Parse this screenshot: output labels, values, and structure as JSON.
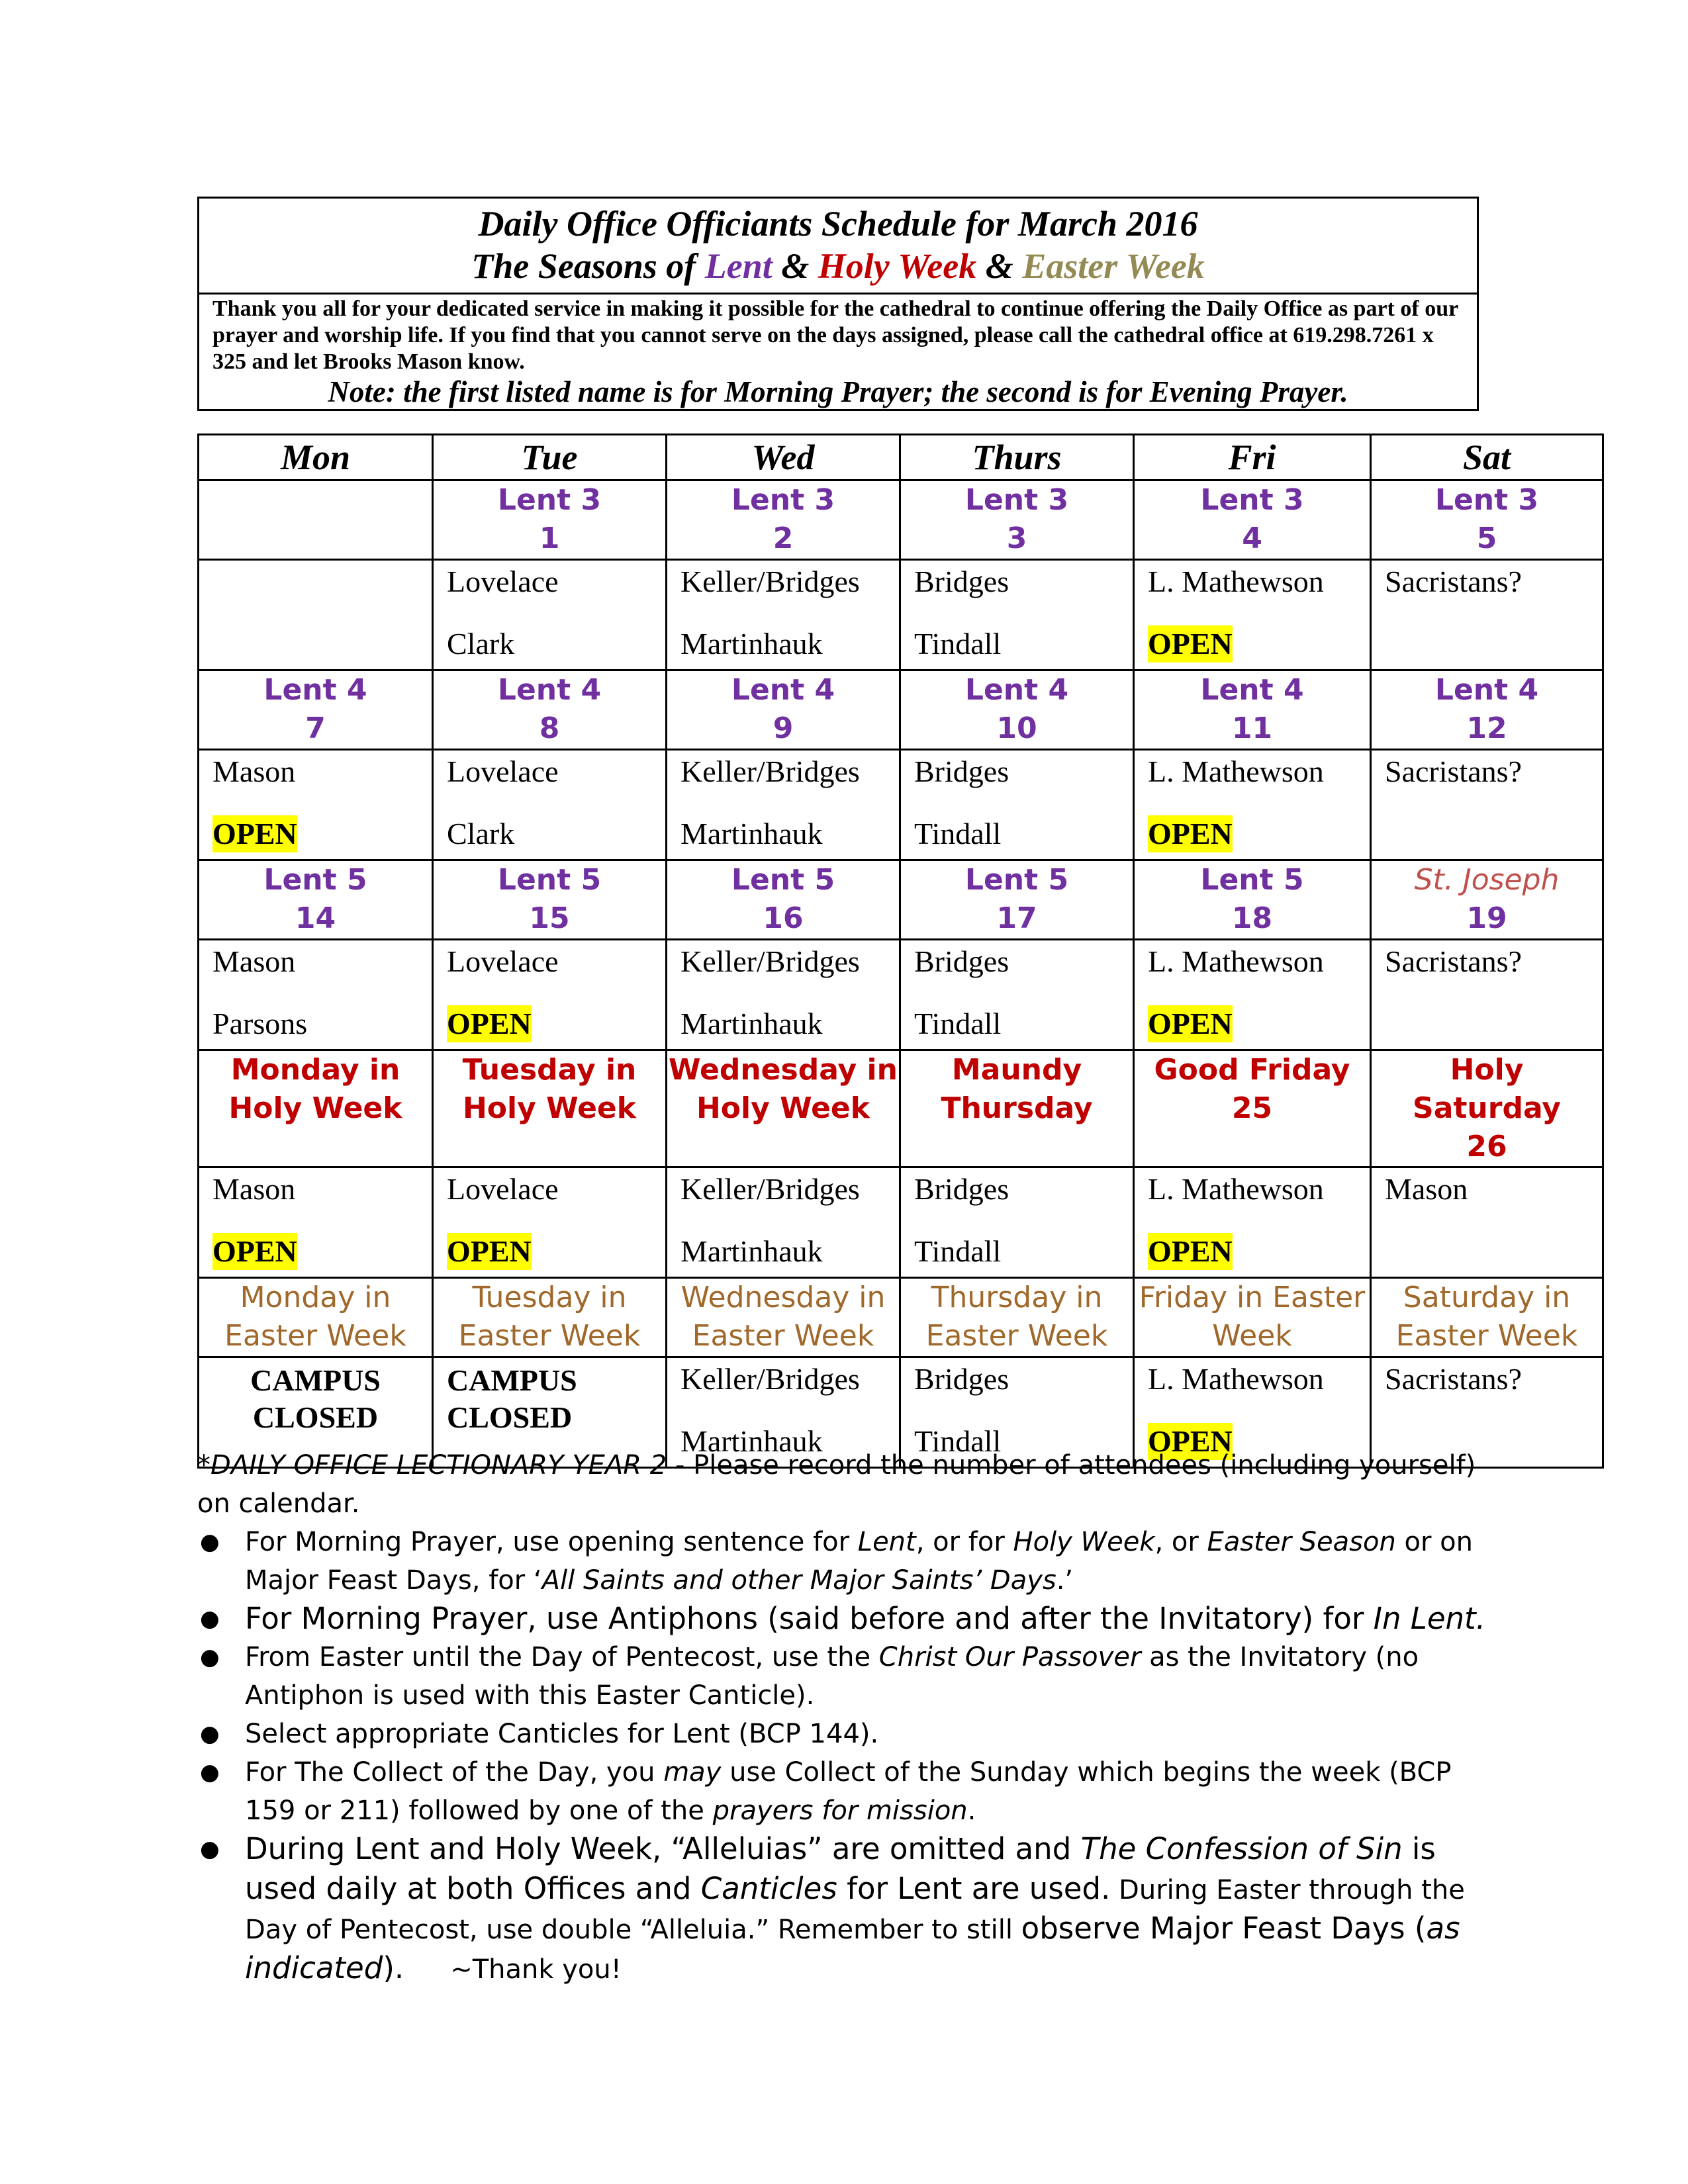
{
  "header": {
    "title_line1": "Daily Office Officiants Schedule for March 2016",
    "title_line2": {
      "prefix": "The Seasons of ",
      "lent": "Lent",
      "amp1": " & ",
      "holy_week": "Holy Week",
      "amp2": " & ",
      "easter_week": "Easter Week"
    },
    "intro": "Thank you all for your dedicated service in making it possible for the cathedral to continue offering the Daily Office as part of our prayer and worship life. If you find that you cannot serve on the days assigned, please call the cathedral office at 619.298.7261 x 325 and let Brooks Mason know.",
    "note": "Note: the first listed name is for Morning Prayer; the second is for Evening Prayer.",
    "colors": {
      "lent": "#7030a0",
      "holy_week": "#c00000",
      "easter_week": "#948a54"
    }
  },
  "calendar": {
    "days": [
      "Mon",
      "Tue",
      "Wed",
      "Thurs",
      "Fri",
      "Sat"
    ],
    "weeks": [
      {
        "labels": [
          {
            "l1": "",
            "l2": ""
          },
          {
            "l1": "Lent 3",
            "l2": "1"
          },
          {
            "l1": "Lent 3",
            "l2": "2"
          },
          {
            "l1": "Lent 3",
            "l2": "3"
          },
          {
            "l1": "Lent 3",
            "l2": "4"
          },
          {
            "l1": "Lent 3",
            "l2": "5"
          }
        ],
        "names": [
          {
            "mp": "",
            "ep": ""
          },
          {
            "mp": "Lovelace",
            "ep": "Clark"
          },
          {
            "mp": "Keller/Bridges",
            "ep": "Martinhauk"
          },
          {
            "mp": "Bridges",
            "ep": "Tindall"
          },
          {
            "mp": "L. Mathewson",
            "ep": "OPEN"
          },
          {
            "mp": "Sacristans?",
            "ep": ""
          }
        ]
      },
      {
        "labels": [
          {
            "l1": "Lent 4",
            "l2": "7"
          },
          {
            "l1": "Lent 4",
            "l2": "8"
          },
          {
            "l1": "Lent 4",
            "l2": "9"
          },
          {
            "l1": "Lent 4",
            "l2": "10"
          },
          {
            "l1": "Lent 4",
            "l2": "11"
          },
          {
            "l1": "Lent 4",
            "l2": "12"
          }
        ],
        "names": [
          {
            "mp": "Mason",
            "ep": "OPEN"
          },
          {
            "mp": "Lovelace",
            "ep": "Clark"
          },
          {
            "mp": "Keller/Bridges",
            "ep": "Martinhauk"
          },
          {
            "mp": "Bridges",
            "ep": "Tindall"
          },
          {
            "mp": "L. Mathewson",
            "ep": "OPEN"
          },
          {
            "mp": "Sacristans?",
            "ep": ""
          }
        ]
      },
      {
        "labels": [
          {
            "l1": "Lent 5",
            "l2": "14"
          },
          {
            "l1": "Lent 5",
            "l2": "15"
          },
          {
            "l1": "Lent 5",
            "l2": "16"
          },
          {
            "l1": "Lent 5",
            "l2": "17"
          },
          {
            "l1": "Lent 5",
            "l2": "18"
          },
          {
            "l1": "St. Joseph",
            "l2": "19"
          }
        ],
        "names": [
          {
            "mp": "Mason",
            "ep": "Parsons"
          },
          {
            "mp": "Lovelace",
            "ep": "OPEN"
          },
          {
            "mp": "Keller/Bridges",
            "ep": "Martinhauk"
          },
          {
            "mp": "Bridges",
            "ep": "Tindall"
          },
          {
            "mp": "L. Mathewson",
            "ep": "OPEN"
          },
          {
            "mp": "Sacristans?",
            "ep": ""
          }
        ]
      },
      {
        "labels": [
          {
            "l1": "Monday in",
            "l2": "Holy Week"
          },
          {
            "l1": "Tuesday in",
            "l2": "Holy Week"
          },
          {
            "l1": "Wednesday in",
            "l2": "Holy Week"
          },
          {
            "l1": "Maundy",
            "l2": "Thursday"
          },
          {
            "l1": "Good Friday",
            "l2": "25"
          },
          {
            "l1": "Holy Saturday",
            "l2": "26"
          }
        ],
        "names": [
          {
            "mp": "Mason",
            "ep": "OPEN"
          },
          {
            "mp": "Lovelace",
            "ep": "OPEN"
          },
          {
            "mp": "Keller/Bridges",
            "ep": "Martinhauk"
          },
          {
            "mp": "Bridges",
            "ep": "Tindall"
          },
          {
            "mp": "L. Mathewson",
            "ep": "OPEN"
          },
          {
            "mp": "Mason",
            "ep": ""
          }
        ]
      },
      {
        "labels": [
          {
            "l1": "Monday in",
            "l2": "Easter Week"
          },
          {
            "l1": "Tuesday in",
            "l2": "Easter Week"
          },
          {
            "l1": "Wednesday in",
            "l2": "Easter Week"
          },
          {
            "l1": "Thursday in",
            "l2": "Easter Week"
          },
          {
            "l1": "Friday in Easter",
            "l2": "Week"
          },
          {
            "l1": "Saturday in",
            "l2": "Easter Week"
          }
        ],
        "names": [
          {
            "closed1": "CAMPUS",
            "closed2": "CLOSED"
          },
          {
            "closed1": "CAMPUS",
            "closed2": "CLOSED"
          },
          {
            "mp": "Keller/Bridges",
            "ep": "Martinhauk"
          },
          {
            "mp": "Bridges",
            "ep": "Tindall"
          },
          {
            "mp": "L. Mathewson",
            "ep": "OPEN"
          },
          {
            "mp": "Sacristans?",
            "ep": ""
          }
        ]
      }
    ]
  },
  "notes": {
    "lectionary_heading": "*DAILY OFFICE LECTIONARY YEAR 2",
    "lectionary_text": " - Please record the number of attendees (including yourself) on calendar.",
    "b1": {
      "t1": "For Morning Prayer, use opening sentence for ",
      "i1": "Lent",
      "t2": ", or for ",
      "i2": "Holy Week",
      "t3": ", or ",
      "i3": "Easter Season",
      "t4": " or on Major Feast Days, for ‘",
      "i4": "All Saints and other Major Saints’ Days",
      "t5": ".’"
    },
    "b2": {
      "t1": "For Morning Prayer, use Antiphons (said before and after the Invitatory) for ",
      "i1": "In Lent."
    },
    "b3": {
      "t1": "From Easter until the Day of Pentecost, use the ",
      "i1": "Christ Our Passover",
      "t2": " as the Invitatory (no Antiphon is used with this Easter Canticle)."
    },
    "b4": {
      "t1": "Select appropriate Canticles for Lent (BCP 144)."
    },
    "b5": {
      "t1": "For The Collect of the Day, you ",
      "i1": "may",
      "t2": " use Collect of the Sunday which begins the week (BCP 159 or 211) followed by one of the ",
      "i2": "prayers for mission",
      "t3": "."
    },
    "b6": {
      "t1": "During Lent and Holy Week, “Alleluias” are omitted and ",
      "i1": "The Confession of Sin",
      "t2": " is used daily at both Offices and ",
      "i2": "Canticles",
      "t3": " for Lent are used.",
      "t4": " During Easter through the Day of Pentecost, use double “Alleluia.” Remember to still ",
      "t5": "observe Major Feast Days (",
      "i3": "as indicated",
      "t6": ").",
      "thanks": "~Thank you!"
    }
  }
}
